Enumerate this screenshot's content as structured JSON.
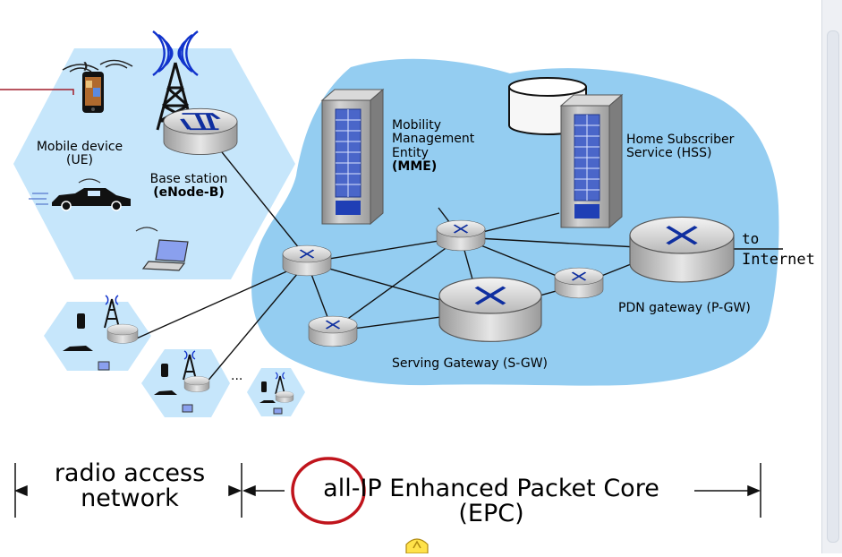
{
  "labels": {
    "ue_line1": "Mobile device",
    "ue_line2": "(UE)",
    "bs_line1": "Base station",
    "bs_line2": "(eNode-B)",
    "mme_line1": "Mobility",
    "mme_line2": "Management",
    "mme_line3": "Entity",
    "mme_line4": "(MME)",
    "hss_line1": "Home Subscriber",
    "hss_line2": "Service (HSS)",
    "to": "to",
    "internet": "Internet",
    "pgw": "PDN gateway (P-GW)",
    "sgw": "Serving Gateway (S-GW)",
    "ellipsis": "..."
  },
  "bottom": {
    "ran_line1": "radio access",
    "ran_line2": "network",
    "epc_line1": "all-IP Enhanced Packet Core",
    "epc_line2": "(EPC)"
  },
  "colors": {
    "ran_fill": "#c6e6fb",
    "epc_fill": "#94cdf1",
    "router_blue": "#0f2fa0",
    "annotation_red": "#c0141c",
    "pointer_line": "#a11d2b"
  },
  "icons": [
    "tower-icon",
    "router-icon",
    "server-icon",
    "database-icon",
    "phone-icon",
    "car-icon",
    "laptop-icon",
    "pointer-icon"
  ]
}
